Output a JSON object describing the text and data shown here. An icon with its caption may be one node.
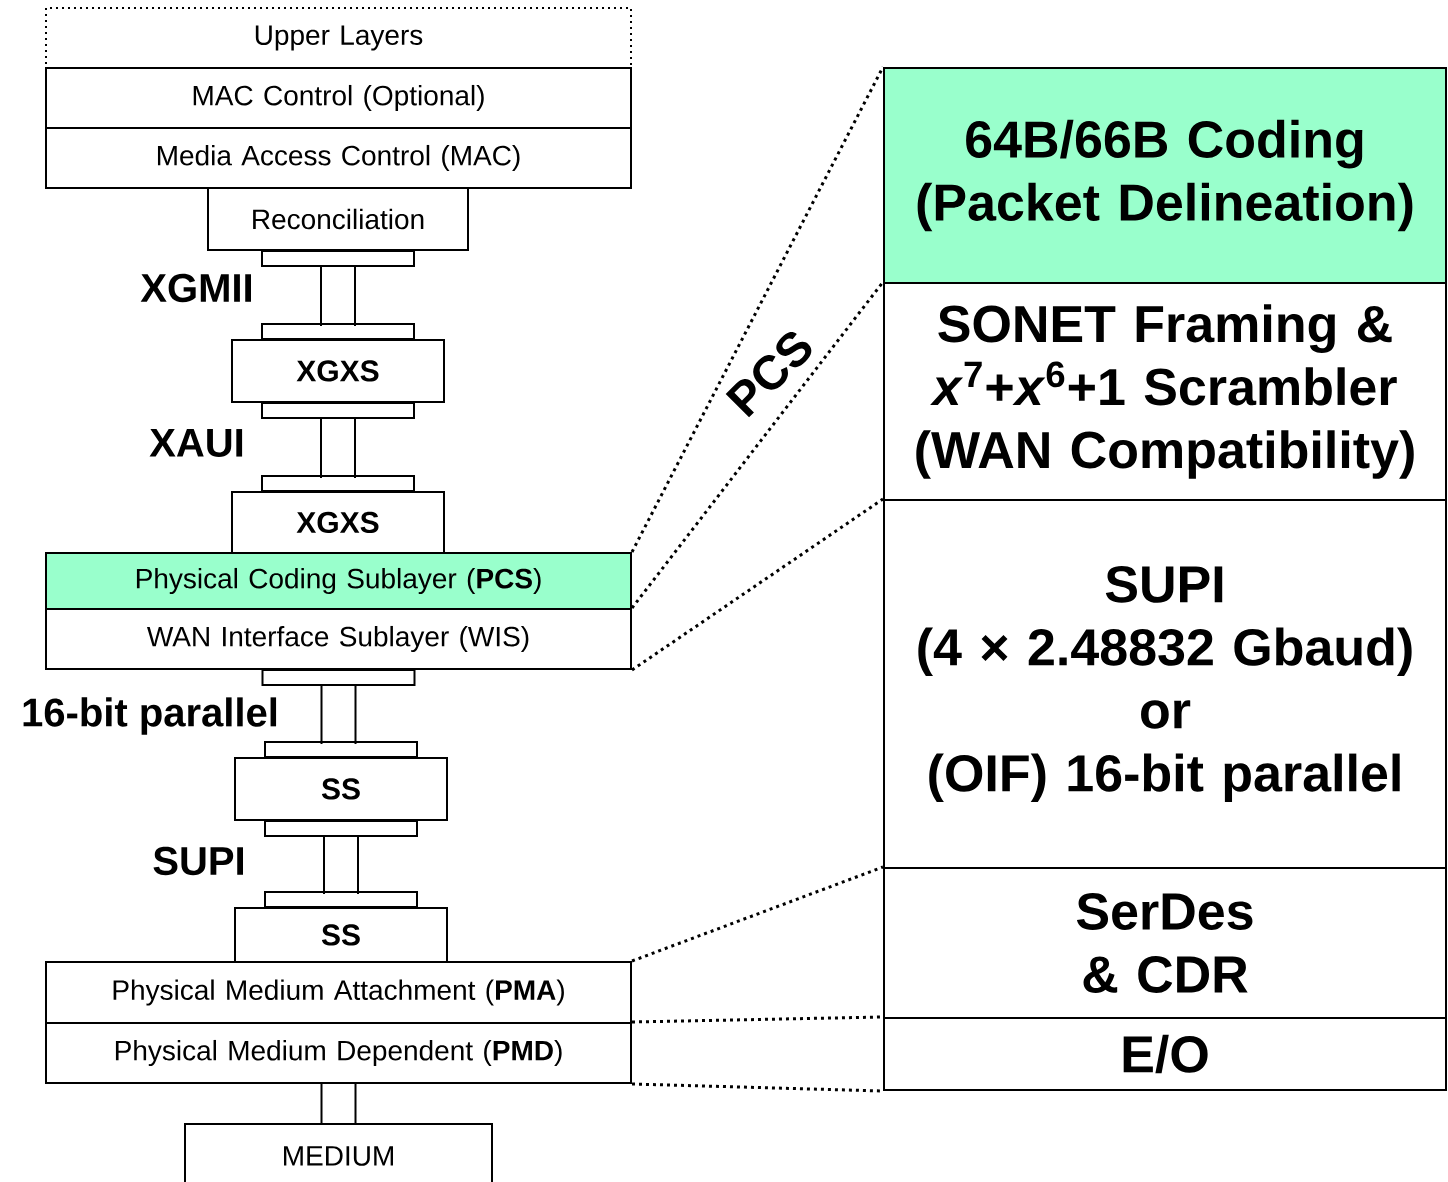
{
  "diagram": {
    "nodes": [
      {
        "text": [
          "Upper Layers"
        ]
      },
      {
        "text": [
          "MAC Control (Optional)"
        ]
      },
      {
        "text": [
          "Media Access Control (MAC)"
        ]
      },
      {
        "text": [
          "Reconciliation"
        ]
      },
      {
        "text": [
          "XGXS"
        ]
      },
      {
        "text": [
          "XGXS"
        ]
      },
      {
        "text": [
          "Physical Coding Sublayer (**PCS**)"
        ]
      },
      {
        "text": [
          "WAN Interface Sublayer (WIS)"
        ]
      },
      {
        "text": [
          "SS"
        ]
      },
      {
        "text": [
          "SS"
        ]
      },
      {
        "text": [
          "Physical Medium Attachment (**PMA**)"
        ]
      },
      {
        "text": [
          "Physical Medium Dependent (**PMD**)"
        ]
      },
      {
        "text": [
          "MEDIUM"
        ]
      },
      {
        "text": [
          "64B/66B Coding (Packet Delineation)"
        ]
      },
      {
        "text": [
          "SONET Framing & *x*$^{7}$+*x*$^{6}$+1 Scrambler (WAN Compatibility)"
        ]
      },
      {
        "text": [
          "SUPI",
          "(4 × 2.48832 Gbaud)",
          "or",
          "(OIF) 16-bit parallel"
        ]
      },
      {
        "text": [
          "SerDes & CDR"
        ]
      },
      {
        "text": [
          "E/O"
        ]
      }
    ],
    "edges": [
      {
        "from": 3,
        "to": 4,
        "arrow": "none",
        "label": "XGMII"
      },
      {
        "from": 4,
        "to": 5,
        "arrow": "none",
        "label": "XAUI"
      },
      {
        "from": 7,
        "to": 8,
        "arrow": "none",
        "label": "16-bit parallel"
      },
      {
        "from": 8,
        "to": 9,
        "arrow": "none",
        "label": "SUPI"
      },
      {
        "from": 11,
        "to": 12,
        "arrow": "none"
      },
      {
        "from": 6,
        "to": 13,
        "arrow": "none",
        "style": "dashed"
      },
      {
        "from": 7,
        "to": 14,
        "arrow": "none",
        "style": "dashed"
      },
      {
        "from": 7,
        "to": 15,
        "arrow": "none",
        "style": "dashed"
      },
      {
        "from": 10,
        "to": 16,
        "arrow": "none",
        "style": "dashed"
      },
      {
        "from": 11,
        "to": 17,
        "arrow": "none",
        "style": "dashed"
      },
      {
        "from": 11,
        "to": 17,
        "arrow": "none",
        "style": "dashed"
      }
    ],
    "labels": [
      "PCS"
    ]
  }
}
